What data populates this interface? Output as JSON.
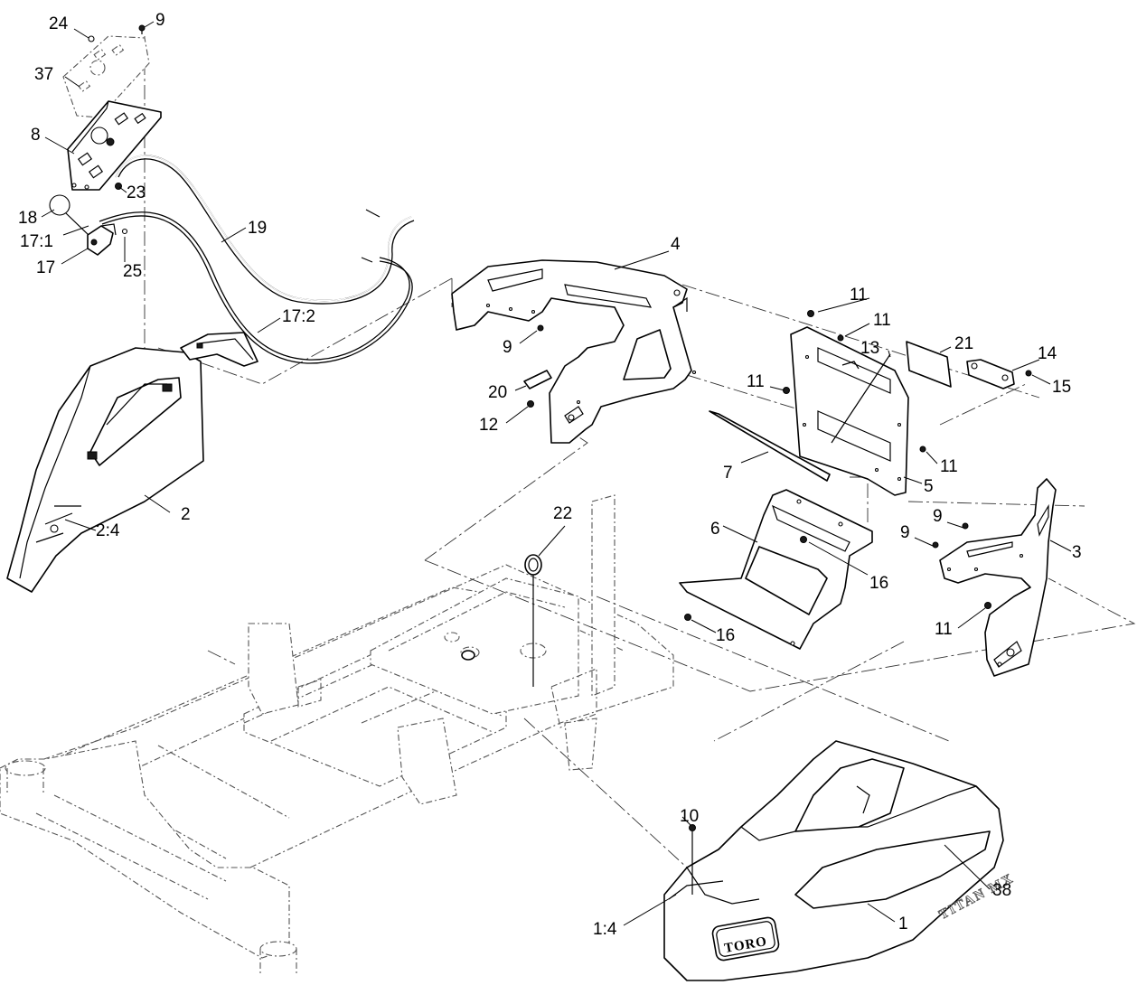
{
  "callouts": [
    {
      "id": "c24",
      "text": "24"
    },
    {
      "id": "c9a",
      "text": "9"
    },
    {
      "id": "c37",
      "text": "37"
    },
    {
      "id": "c8",
      "text": "8"
    },
    {
      "id": "c23",
      "text": "23"
    },
    {
      "id": "c18",
      "text": "18"
    },
    {
      "id": "c17-1",
      "text": "17:1"
    },
    {
      "id": "c17",
      "text": "17"
    },
    {
      "id": "c25",
      "text": "25"
    },
    {
      "id": "c19",
      "text": "19"
    },
    {
      "id": "c17-2",
      "text": "17:2"
    },
    {
      "id": "c4",
      "text": "4"
    },
    {
      "id": "c9b",
      "text": "9"
    },
    {
      "id": "c20",
      "text": "20"
    },
    {
      "id": "c12",
      "text": "12"
    },
    {
      "id": "c11a",
      "text": "11"
    },
    {
      "id": "c11b",
      "text": "11"
    },
    {
      "id": "c13",
      "text": "13"
    },
    {
      "id": "c21",
      "text": "21"
    },
    {
      "id": "c14",
      "text": "14"
    },
    {
      "id": "c15",
      "text": "15"
    },
    {
      "id": "c11c",
      "text": "11"
    },
    {
      "id": "c11d",
      "text": "11"
    },
    {
      "id": "c7",
      "text": "7"
    },
    {
      "id": "c5",
      "text": "5"
    },
    {
      "id": "c2",
      "text": "2"
    },
    {
      "id": "c2-4",
      "text": "2:4"
    },
    {
      "id": "c22",
      "text": "22"
    },
    {
      "id": "c6",
      "text": "6"
    },
    {
      "id": "c16a",
      "text": "16"
    },
    {
      "id": "c16b",
      "text": "16"
    },
    {
      "id": "c9c",
      "text": "9"
    },
    {
      "id": "c9d",
      "text": "9"
    },
    {
      "id": "c3",
      "text": "3"
    },
    {
      "id": "c11e",
      "text": "11"
    },
    {
      "id": "c10",
      "text": "10"
    },
    {
      "id": "c38",
      "text": "38"
    },
    {
      "id": "c1-4",
      "text": "1:4"
    },
    {
      "id": "c1",
      "text": "1"
    }
  ],
  "decals": {
    "brand_logo": "TORO",
    "model_decal": "TITAN MX"
  },
  "colors": {
    "line": "#000000",
    "phantom": "#555555",
    "background": "#ffffff"
  }
}
